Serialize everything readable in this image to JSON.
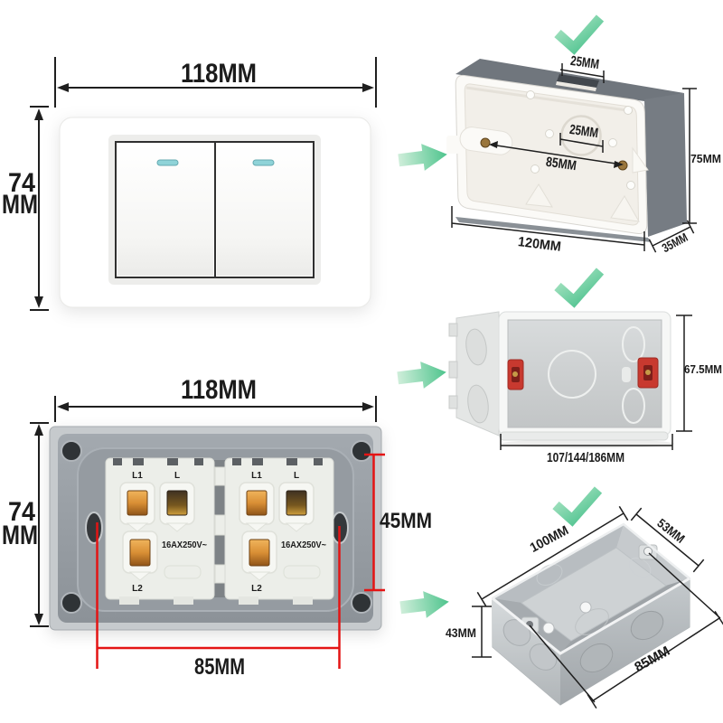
{
  "title": "Wall switch panel and mounting box dimension diagram",
  "colors": {
    "accent_green_light": "#cceeda",
    "accent_green": "#4ec48d",
    "dimension_black": "#1b1b1b",
    "dimension_red": "#e41414",
    "indicator_cyan": "#8fd3d8",
    "clamp_red": "#c8392f",
    "panel_white": "#ffffff",
    "plate_gray": "#989ea4",
    "metal_gray": "#c3c7ca"
  },
  "icons": {
    "checkmark": "check-icon",
    "arrow": "arrow-right-icon"
  },
  "switch_front": {
    "width": "118MM",
    "height_line1": "74",
    "height_line2": "MM"
  },
  "surface_box": {
    "notch_width": "25MM",
    "hole_width": "25MM",
    "screw_span": "85MM",
    "height": "75MM",
    "width": "120MM",
    "depth": "35MM"
  },
  "recessed_box": {
    "height": "67.5MM",
    "width_options": "107/144/186MM"
  },
  "switch_back": {
    "width": "118MM",
    "height_line1": "74",
    "height_line2": "MM",
    "screw_span_vertical": "45MM",
    "screw_span_horizontal": "85MM",
    "terminal_l1": "L1",
    "terminal_l": "L",
    "terminal_l2": "L2",
    "rating": "16AX250V~"
  },
  "metal_box": {
    "length": "100MM",
    "width": "53MM",
    "depth": "43MM",
    "screw_span": "85MM"
  }
}
